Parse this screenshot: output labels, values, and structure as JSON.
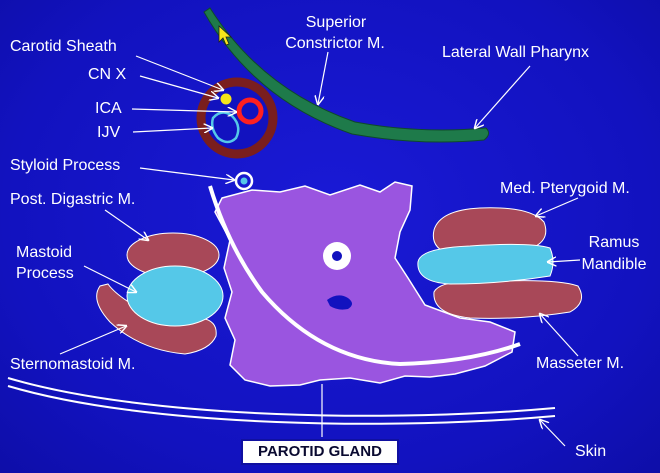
{
  "labels": {
    "carotid_sheath": "Carotid Sheath",
    "cn_x": "CN X",
    "ica": "ICA",
    "ijv": "IJV",
    "styloid_process": "Styloid Process",
    "post_digastric": "Post. Digastric M.",
    "mastoid_line1": "Mastoid",
    "mastoid_line2": "Process",
    "sternomastoid": "Sternomastoid M.",
    "superior_line1": "Superior",
    "superior_line2": "Constrictor M.",
    "lateral_wall": "Lateral Wall Pharynx",
    "med_pterygoid": "Med. Pterygoid M.",
    "ramus_line1": "Ramus",
    "ramus_line2": "Mandible",
    "masseter": "Masseter M.",
    "skin": "Skin",
    "parotid_gland": "PAROTID GLAND"
  },
  "colors": {
    "background": "#1414c8",
    "gland": "#9a55e0",
    "muscle": "#a84858",
    "bone_blue": "#55c8e8",
    "constrictor": "#1e7a4a",
    "sheath": "#7a1e1e",
    "ica": "#ff2020",
    "cn_x": "#f5e61a",
    "white": "#ffffff"
  }
}
